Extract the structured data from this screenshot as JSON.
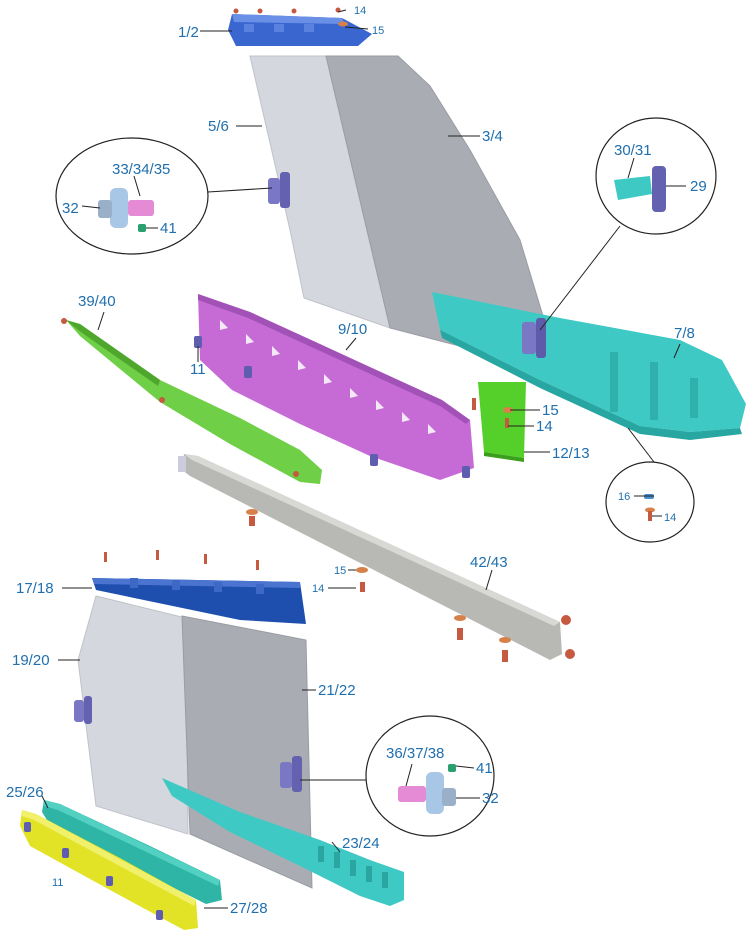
{
  "labels": {
    "l_1_2": "1/2",
    "l_14_top": "14",
    "l_15_top": "15",
    "l_5_6": "5/6",
    "l_3_4": "3/4",
    "l_33_34_35": "33/34/35",
    "l_32_top": "32",
    "l_41_top": "41",
    "l_30_31": "30/31",
    "l_29": "29",
    "l_39_40": "39/40",
    "l_9_10": "9/10",
    "l_11_mid": "11",
    "l_7_8": "7/8",
    "l_15_mid": "15",
    "l_14_mid": "14",
    "l_12_13": "12/13",
    "l_16": "16",
    "l_14_circle": "14",
    "l_42_43": "42/43",
    "l_15_lower": "15",
    "l_14_lower": "14",
    "l_17_18": "17/18",
    "l_19_20": "19/20",
    "l_21_22": "21/22",
    "l_36_37_38": "36/37/38",
    "l_41_bottom": "41",
    "l_32_bottom": "32",
    "l_25_26": "25/26",
    "l_11_bottom": "11",
    "l_23_24": "23/24",
    "l_27_28": "27/28"
  },
  "colors": {
    "label_text": "#1f6fae",
    "blue_rail": "#2f5fc8",
    "dark_blue_rail": "#1f4fae",
    "glass_light": "#d4d8de",
    "glass_dark": "#a7abb1",
    "cyan_rail": "#3ec9c5",
    "magenta_rail": "#c66bd6",
    "green_rail": "#6fcf46",
    "bright_green_bracket": "#55cf2a",
    "yellow_rail": "#e2e227",
    "teal_rail": "#2fb5a6",
    "grey_track": "#b8b8b4",
    "purple_latch": "#7a78c4",
    "screw_red": "#c65a40"
  }
}
